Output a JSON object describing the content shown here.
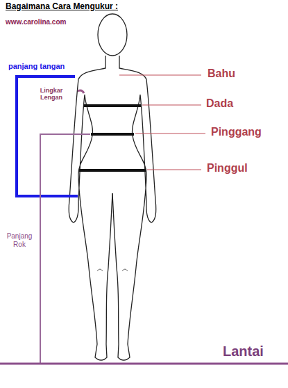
{
  "diagram": {
    "title": "Bagaimana Cara Mengukur :",
    "labels": [
      "www.carolina.com",
      "panjang tangan",
      "Lingkar Lengan",
      "Bahu",
      "Dada",
      "Pinggang",
      "Pinggul",
      "Panjang Rok",
      "Lantai"
    ]
  }
}
